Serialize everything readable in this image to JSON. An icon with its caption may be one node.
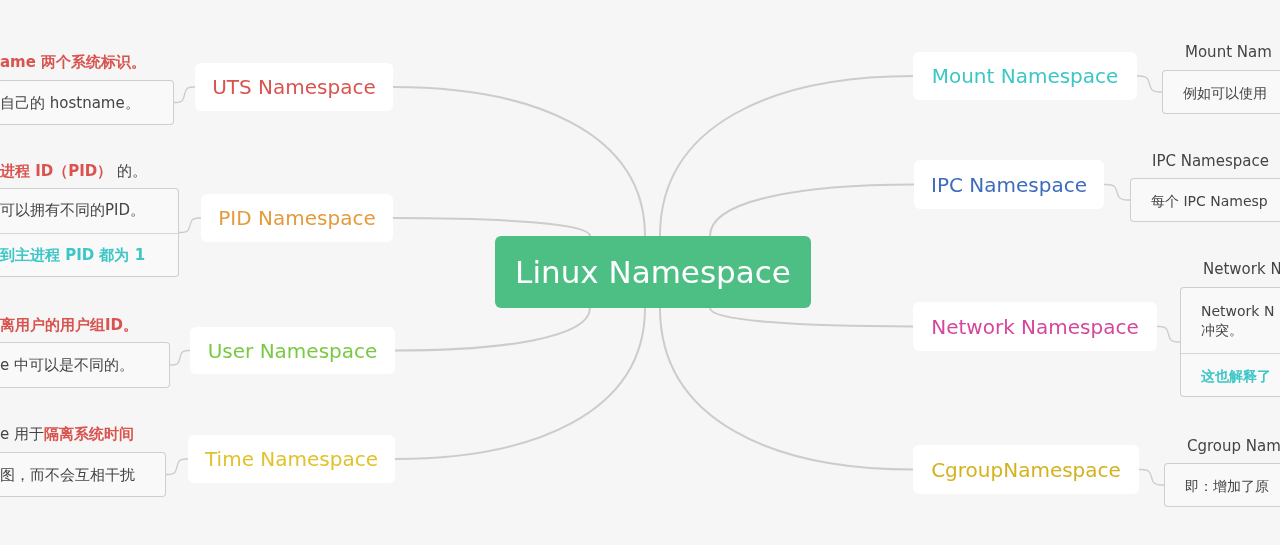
{
  "diagram": {
    "nodes": [
      {
        "text": [
          "Linux Namespace"
        ]
      },
      {
        "text": [
          "UTS Namespace"
        ]
      },
      {
        "text": [
          "**ame 两个系统标识。**",
          "自己的 hostname。"
        ]
      },
      {
        "text": [
          "PID Namespace"
        ]
      },
      {
        "text": [
          "**进程 ID（PID）** 的。",
          "可以拥有不同的PID。",
          "**到主进程 PID 都为 1**"
        ]
      },
      {
        "text": [
          "User Namespace"
        ]
      },
      {
        "text": [
          "**离用户的用户组ID。**",
          "e 中可以是不同的。"
        ]
      },
      {
        "text": [
          "Time Namespace"
        ]
      },
      {
        "text": [
          "e 用于**隔离系统时间**",
          "图，而不会互相干扰"
        ]
      },
      {
        "text": [
          "Mount Namespace"
        ]
      },
      {
        "text": [
          "Mount Nam",
          "例如可以使用"
        ]
      },
      {
        "text": [
          "IPC Namespace"
        ]
      },
      {
        "text": [
          "IPC Namespace",
          "每个 IPC Namesp"
        ]
      },
      {
        "text": [
          "Network Namespace"
        ]
      },
      {
        "text": [
          "Network N",
          "Network N 冲突。",
          "**这也解释了**"
        ]
      },
      {
        "text": [
          "CgroupNamespace"
        ]
      },
      {
        "text": [
          "Cgroup Nam",
          "即：增加了原"
        ]
      }
    ],
    "edges": [
      {
        "from": 0,
        "to": 1,
        "arrow": "none"
      },
      {
        "from": 0,
        "to": 3,
        "arrow": "none"
      },
      {
        "from": 0,
        "to": 5,
        "arrow": "none"
      },
      {
        "from": 0,
        "to": 7,
        "arrow": "none"
      },
      {
        "from": 0,
        "to": 9,
        "arrow": "none"
      },
      {
        "from": 0,
        "to": 11,
        "arrow": "none"
      },
      {
        "from": 0,
        "to": 13,
        "arrow": "none"
      },
      {
        "from": 0,
        "to": 15,
        "arrow": "none"
      },
      {
        "from": 1,
        "to": 2,
        "arrow": "none"
      },
      {
        "from": 3,
        "to": 4,
        "arrow": "none"
      },
      {
        "from": 5,
        "to": 6,
        "arrow": "none"
      },
      {
        "from": 7,
        "to": 8,
        "arrow": "none"
      },
      {
        "from": 9,
        "to": 10,
        "arrow": "none"
      },
      {
        "from": 11,
        "to": 12,
        "arrow": "none"
      },
      {
        "from": 13,
        "to": 14,
        "arrow": "none"
      },
      {
        "from": 15,
        "to": 16,
        "arrow": "none"
      }
    ]
  }
}
